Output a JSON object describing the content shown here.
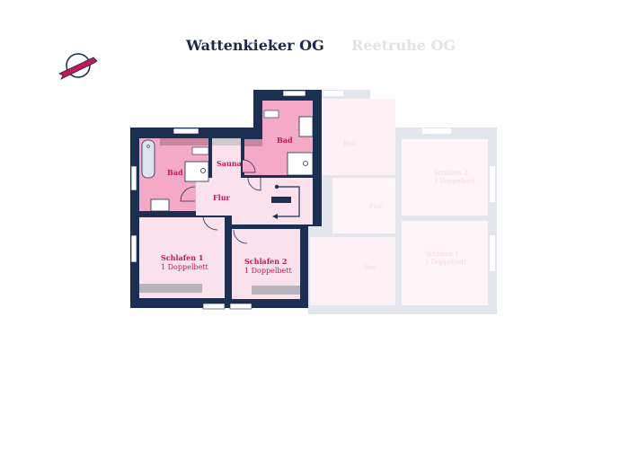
{
  "tabs": [
    {
      "label": "Wattenkieker OG",
      "active": true
    },
    {
      "label": "Reetruhe OG",
      "active": false
    }
  ],
  "colors": {
    "wall": "#1b2f52",
    "bath": "#f4a9c6",
    "room": "#fbe1eb",
    "accent": "#c2185b",
    "inactive_wall": "#e3e6ec"
  },
  "logo": {
    "icon": "compass-ribbon-logo"
  },
  "plan_active": {
    "rooms": [
      {
        "name": "Bad"
      },
      {
        "name": "Sauna"
      },
      {
        "name": "Bad"
      },
      {
        "name": "Flur"
      },
      {
        "name": "Schlafen 1",
        "detail": "1 Doppelbett"
      },
      {
        "name": "Schlafen 2",
        "detail": "1 Doppelbett"
      }
    ]
  },
  "plan_inactive": {
    "rooms": [
      {
        "name": "Bad"
      },
      {
        "name": "Schlafen 2",
        "detail": "1 Doppelbett"
      },
      {
        "name": "Flur"
      },
      {
        "name": "Schlafen 1",
        "detail": "1 Doppelbett"
      },
      {
        "name": "Bad"
      }
    ]
  }
}
